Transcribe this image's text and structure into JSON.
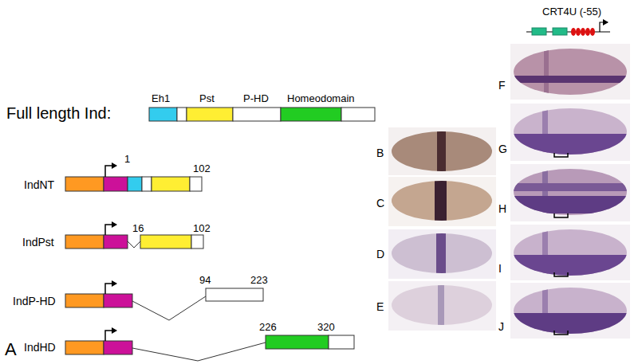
{
  "diagram": {
    "labels": [
      "CRT4U (-55)",
      "Full length Ind:",
      "Eh1",
      "Pst",
      "P-HD",
      "Homeodomain",
      "IndNT",
      "1",
      "102",
      "IndPst",
      "16",
      "102",
      "IndP-HD",
      "94",
      "223",
      "IndHD",
      "226",
      "320",
      "F",
      "B",
      "G",
      "C",
      "H",
      "D",
      "I",
      "E",
      "J",
      "A"
    ]
  }
}
